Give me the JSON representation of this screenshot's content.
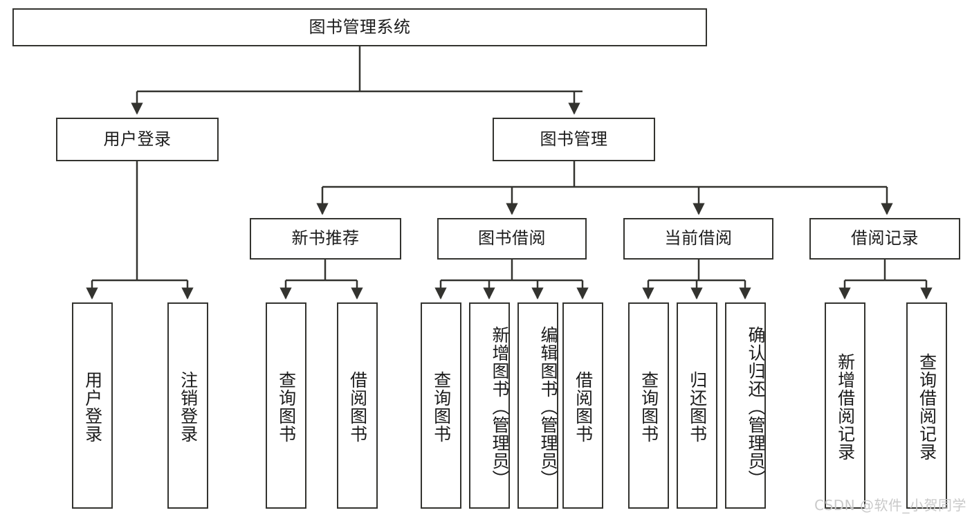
{
  "diagram": {
    "title": "图书管理系统",
    "type": "tree-hierarchy-diagram",
    "colors": {
      "border": "#33332f",
      "background": "#ffffff",
      "text": "#1b1b1b",
      "watermark": "#c9c9c9"
    },
    "root": {
      "label": "图书管理系统"
    },
    "level1": [
      {
        "label": "用户登录"
      },
      {
        "label": "图书管理"
      }
    ],
    "level2": [
      {
        "label": "新书推荐"
      },
      {
        "label": "图书借阅"
      },
      {
        "label": "当前借阅"
      },
      {
        "label": "借阅记录"
      }
    ],
    "leaves": {
      "user_login": [
        {
          "label": "用户登录"
        },
        {
          "label": "注销登录"
        }
      ],
      "new_book_recommend": [
        {
          "label": "查询图书"
        },
        {
          "label": "借阅图书"
        }
      ],
      "book_borrow": [
        {
          "label": "查询图书"
        },
        {
          "label": "新增图书（管理员）"
        },
        {
          "label": "编辑图书（管理员）"
        },
        {
          "label": "借阅图书"
        }
      ],
      "current_borrow": [
        {
          "label": "查询图书"
        },
        {
          "label": "归还图书"
        },
        {
          "label": "确认归还（管理员）"
        }
      ],
      "borrow_record": [
        {
          "label": "新增借阅记录"
        },
        {
          "label": "查询借阅记录"
        }
      ]
    }
  },
  "watermark": {
    "text": "CSDN @软件_小贺同学"
  }
}
